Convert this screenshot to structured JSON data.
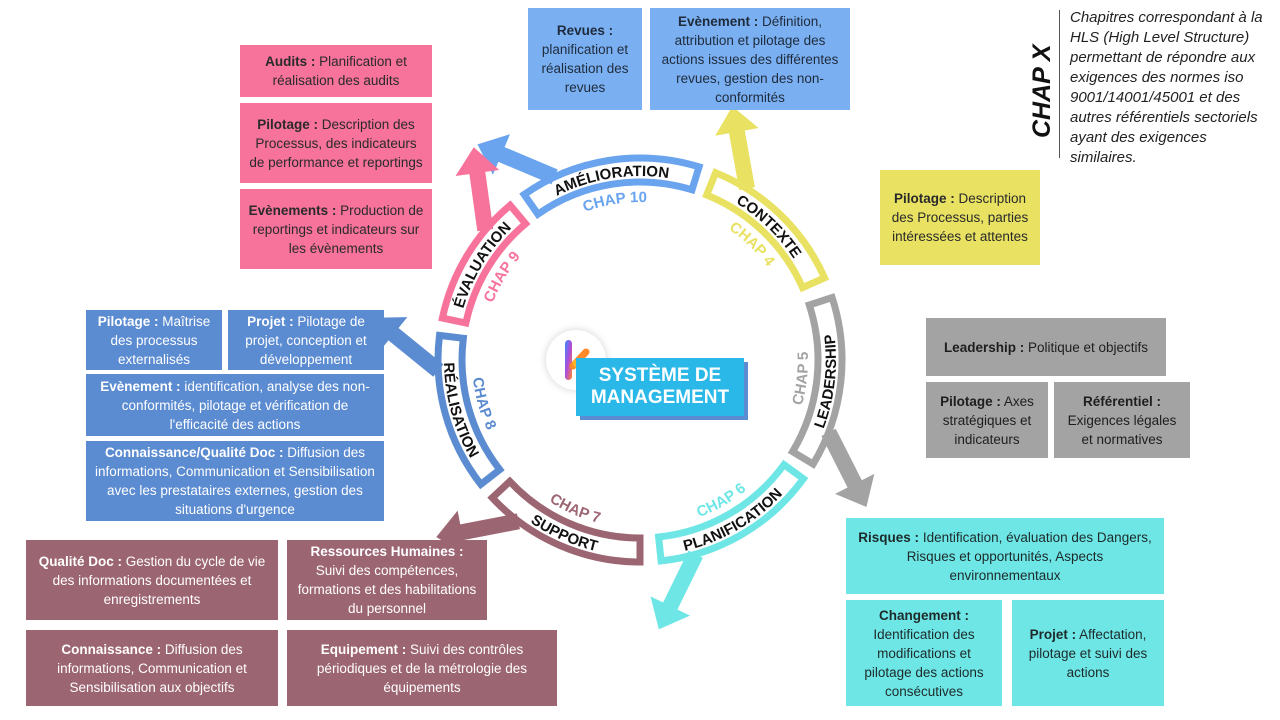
{
  "center": {
    "line1": "SYSTÈME DE",
    "line2": "MANAGEMENT"
  },
  "legend": {
    "title": "CHAP X",
    "text": "Chapitres correspondant à la HLS (High Level Structure) permettant de répondre aux exigences des normes iso 9001/14001/45001 et des autres référentiels sectoriels ayant des exigences similaires."
  },
  "chapters": [
    {
      "name": "AMÉLIORATION",
      "chap": "CHAP 10",
      "color": "#6aa3ee"
    },
    {
      "name": "CONTEXTE",
      "chap": "CHAP 4",
      "color": "#e8e162"
    },
    {
      "name": "LEADERSHIP",
      "chap": "CHAP 5",
      "color": "#a3a3a3"
    },
    {
      "name": "PLANIFICATION",
      "chap": "CHAP 6",
      "color": "#6ee6e6"
    },
    {
      "name": "SUPPORT",
      "chap": "CHAP 7",
      "color": "#9c6572"
    },
    {
      "name": "RÉALISATION",
      "chap": "CHAP 8",
      "color": "#5b8bd0"
    },
    {
      "name": "ÉVALUATION",
      "chap": "CHAP 9",
      "color": "#f7739c"
    }
  ],
  "boxes": {
    "revues": {
      "k": "Revues :",
      "t": "planification et réalisation des revues"
    },
    "evenement_amel": {
      "k": "Evènement :",
      "t": "Définition, attribution et pilotage des actions issues des différentes revues, gestion des non-conformités"
    },
    "audits": {
      "k": "Audits :",
      "t": "Planification et réalisation des audits"
    },
    "pilotage_eval": {
      "k": "Pilotage :",
      "t": "Description des Processus, des indicateurs de performance et reportings"
    },
    "evenements_eval": {
      "k": "Evènements :",
      "t": "Production de reportings et indicateurs sur les évènements"
    },
    "pilotage_ctx": {
      "k": "Pilotage :",
      "t": "Description des Processus, parties intéressées et attentes"
    },
    "leadership": {
      "k": "Leadership :",
      "t": "Politique et objectifs"
    },
    "pilotage_lead": {
      "k": "Pilotage :",
      "t": "Axes stratégiques et indicateurs"
    },
    "referentiel": {
      "k": "Référentiel :",
      "t": "Exigences légales et normatives"
    },
    "risques": {
      "k": "Risques :",
      "t": "Identification, évaluation des Dangers, Risques et opportunités, Aspects environnementaux"
    },
    "changement": {
      "k": "Changement :",
      "t": "Identification des modifications et pilotage des actions consécutives"
    },
    "projet_plan": {
      "k": "Projet :",
      "t": "Affectation, pilotage et suivi des actions"
    },
    "pilotage_real": {
      "k": "Pilotage :",
      "t": "Maîtrise des processus externalisés"
    },
    "projet_real": {
      "k": "Projet :",
      "t": "Pilotage de projet, conception et développement"
    },
    "evenement_real": {
      "k": "Evènement :",
      "t": "identification, analyse des non-conformités, pilotage et vérification de l'efficacité des actions"
    },
    "connaissance_qd": {
      "k": "Connaissance/Qualité Doc :",
      "t": "Diffusion des informations, Communication et Sensibilisation avec les prestataires externes, gestion des situations d'urgence"
    },
    "qualite_doc": {
      "k": "Qualité Doc :",
      "t": "Gestion du cycle de vie des informations documentées et enregistrements"
    },
    "rh": {
      "k": "Ressources Humaines :",
      "t": "Suivi des compétences, formations et des habilitations du personnel"
    },
    "connaissance": {
      "k": "Connaissance :",
      "t": "Diffusion des informations, Communication et Sensibilisation aux objectifs"
    },
    "equipement": {
      "k": "Equipement :",
      "t": "Suivi des contrôles périodiques et de la métrologie des équipements"
    }
  }
}
